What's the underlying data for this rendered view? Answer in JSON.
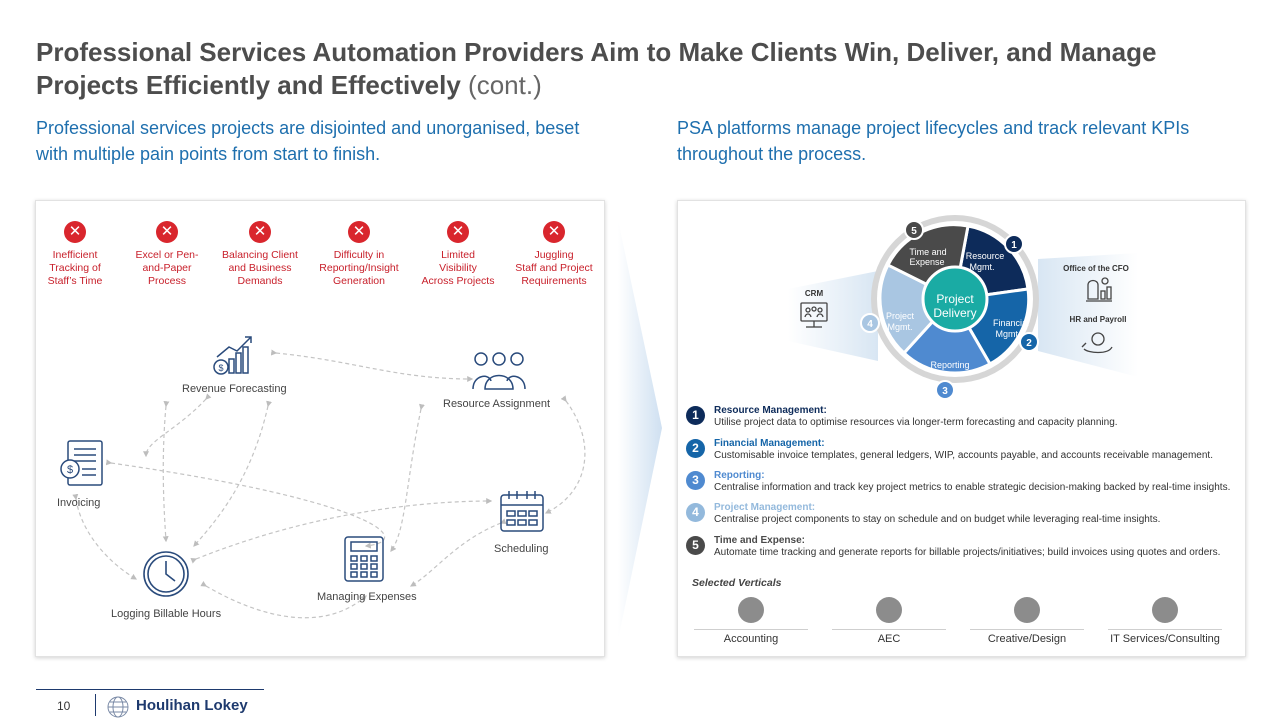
{
  "title": {
    "main": "Professional Services Automation Providers Aim to Make Clients Win, Deliver, and Manage Projects Efficiently and Effectively",
    "suffix": "(cont.)"
  },
  "left": {
    "subtitle": "Professional services projects are disjointed and unorganised, beset with multiple pain points from start to finish.",
    "pain_points": [
      {
        "line1": "Inefficient",
        "line2": "Tracking of",
        "line3": "Staff’s Time"
      },
      {
        "line1": "Excel or Pen-",
        "line2": "and-Paper",
        "line3": "Process"
      },
      {
        "line1": "Balancing Client",
        "line2": "and Business",
        "line3": "Demands"
      },
      {
        "line1": "Difficulty in",
        "line2": "Reporting/Insight",
        "line3": "Generation"
      },
      {
        "line1": "Limited",
        "line2": "Visibility",
        "line3": "Across Projects"
      },
      {
        "line1": "Juggling",
        "line2": "Staff and Project",
        "line3": "Requirements"
      }
    ],
    "nodes": {
      "revenue": "Revenue Forecasting",
      "resource": "Resource Assignment",
      "invoicing": "Invoicing",
      "scheduling": "Scheduling",
      "logging": "Logging Billable Hours",
      "expenses": "Managing Expenses"
    }
  },
  "right": {
    "subtitle": "PSA platforms manage project lifecycles and track relevant KPIs throughout the process.",
    "donut": {
      "center_line1": "Project",
      "center_line2": "Delivery",
      "seg_resource_1": "Resource",
      "seg_resource_2": "Mgmt.",
      "seg_financial_1": "Financial",
      "seg_financial_2": "Mgmt.",
      "seg_reporting": "Reporting",
      "seg_project_1": "Project",
      "seg_project_2": "Mgmt.",
      "seg_time_1": "Time and",
      "seg_time_2": "Expense",
      "n1": "1",
      "n2": "2",
      "n3": "3",
      "n4": "4",
      "n5": "5",
      "crm": "CRM",
      "cfo": "Office of the CFO",
      "hr": "HR and Payroll"
    },
    "kpis": [
      {
        "num": "1",
        "title": "Resource Management:",
        "desc": "Utilise project data to optimise resources via longer-term forecasting and capacity planning.",
        "color": "#0d2b5a"
      },
      {
        "num": "2",
        "title": "Financial Management:",
        "desc": "Customisable invoice templates, general ledgers, WIP, accounts payable, and accounts receivable management.",
        "color": "#1565a8"
      },
      {
        "num": "3",
        "title": "Reporting:",
        "desc": "Centralise information and track key project metrics to enable strategic decision-making backed by real-time insights.",
        "color": "#4f8ad0"
      },
      {
        "num": "4",
        "title": "Project Management:",
        "desc": "Centralise project components to stay on schedule and on budget while leveraging real-time insights.",
        "color": "#93b9dc"
      },
      {
        "num": "5",
        "title": "Time and Expense:",
        "desc": "Automate time tracking and generate reports for billable projects/initiatives; build invoices using quotes and orders.",
        "color": "#4a4a4a"
      }
    ],
    "verticals_label": "Selected Verticals",
    "verticals": [
      "Accounting",
      "AEC",
      "Creative/Design",
      "IT Services/Consulting"
    ]
  },
  "footer": {
    "page": "10",
    "company": "Houlihan Lokey"
  }
}
